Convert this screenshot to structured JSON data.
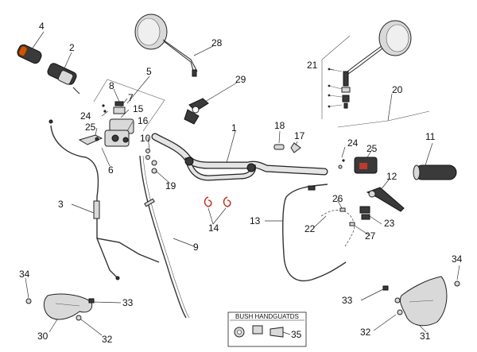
{
  "callouts": {
    "n1": "1",
    "n2": "2",
    "n3": "3",
    "n4": "4",
    "n5": "5",
    "n6": "6",
    "n7": "7",
    "n8": "8",
    "n9": "9",
    "n10": "10",
    "n11": "11",
    "n12": "12",
    "n13": "13",
    "n14": "14",
    "n15": "15",
    "n16": "16",
    "n17": "17",
    "n18": "18",
    "n19": "19",
    "n20": "20",
    "n21": "21",
    "n22": "22",
    "n23": "23",
    "n24a": "24",
    "n24b": "24",
    "n25a": "25",
    "n25b": "25",
    "n26": "26",
    "n27": "27",
    "n28": "28",
    "n29": "29",
    "n30": "30",
    "n31": "31",
    "n32a": "32",
    "n32b": "32",
    "n33a": "33",
    "n33b": "33",
    "n34a": "34",
    "n34b": "34",
    "n35": "35"
  },
  "inset": {
    "caption": "BUSH HANDGUATDS"
  }
}
